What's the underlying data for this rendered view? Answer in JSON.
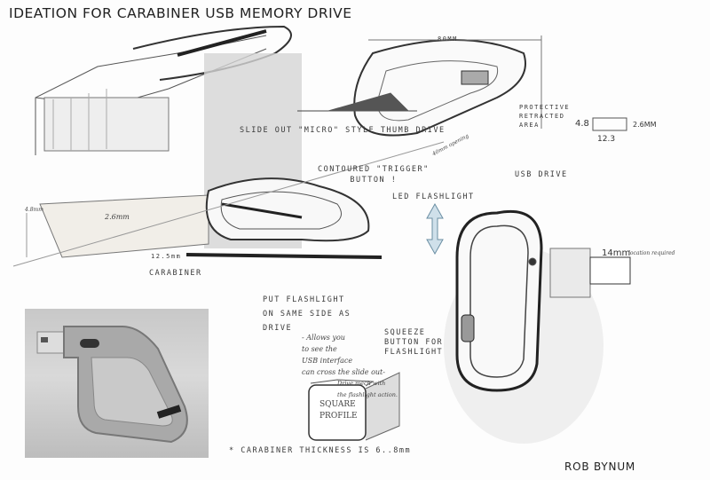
{
  "title": "IDEATION FOR CARABINER USB MEMORY DRIVE",
  "author": "ROB BYNUM",
  "annotations": {
    "width_80mm": "80MM",
    "protective": [
      "PROTECTIVE",
      "RETRACTED",
      "AREA"
    ],
    "dim_4_8": "4.8",
    "dim_2_6mm": "2.6MM",
    "dim_12_3": "12.3",
    "slide_out": "SLIDE OUT \"MICRO\" STYLE THUMB DRIVE",
    "opening": "40mm opening",
    "contoured": [
      "CONTOURED \"TRIGGER\"",
      "BUTTON !"
    ],
    "usb_drive": "USB DRIVE",
    "led": "LED FLASHLIGHT",
    "left_4_8": "4.8mm",
    "left_2_6": "2.6mm",
    "left_12_5": "12.5mm",
    "carabiner": "CARABINER",
    "dim_14mm": "14mm",
    "location": "location required",
    "put_flashlight": [
      "PUT FLASHLIGHT",
      "ON SAME SIDE AS",
      "DRIVE"
    ],
    "allows": [
      "- Allows you",
      "to see the",
      "USB interface",
      "can cross the slide out-",
      "Drive mech with",
      "the flashlight action."
    ],
    "squeeze": [
      "SQUEEZE",
      "BUTTON FOR",
      "FLASHLIGHT"
    ],
    "square_profile": [
      "SQUARE",
      "PROFILE"
    ],
    "thickness": "* CARABINER THICKNESS IS 6..8mm"
  }
}
